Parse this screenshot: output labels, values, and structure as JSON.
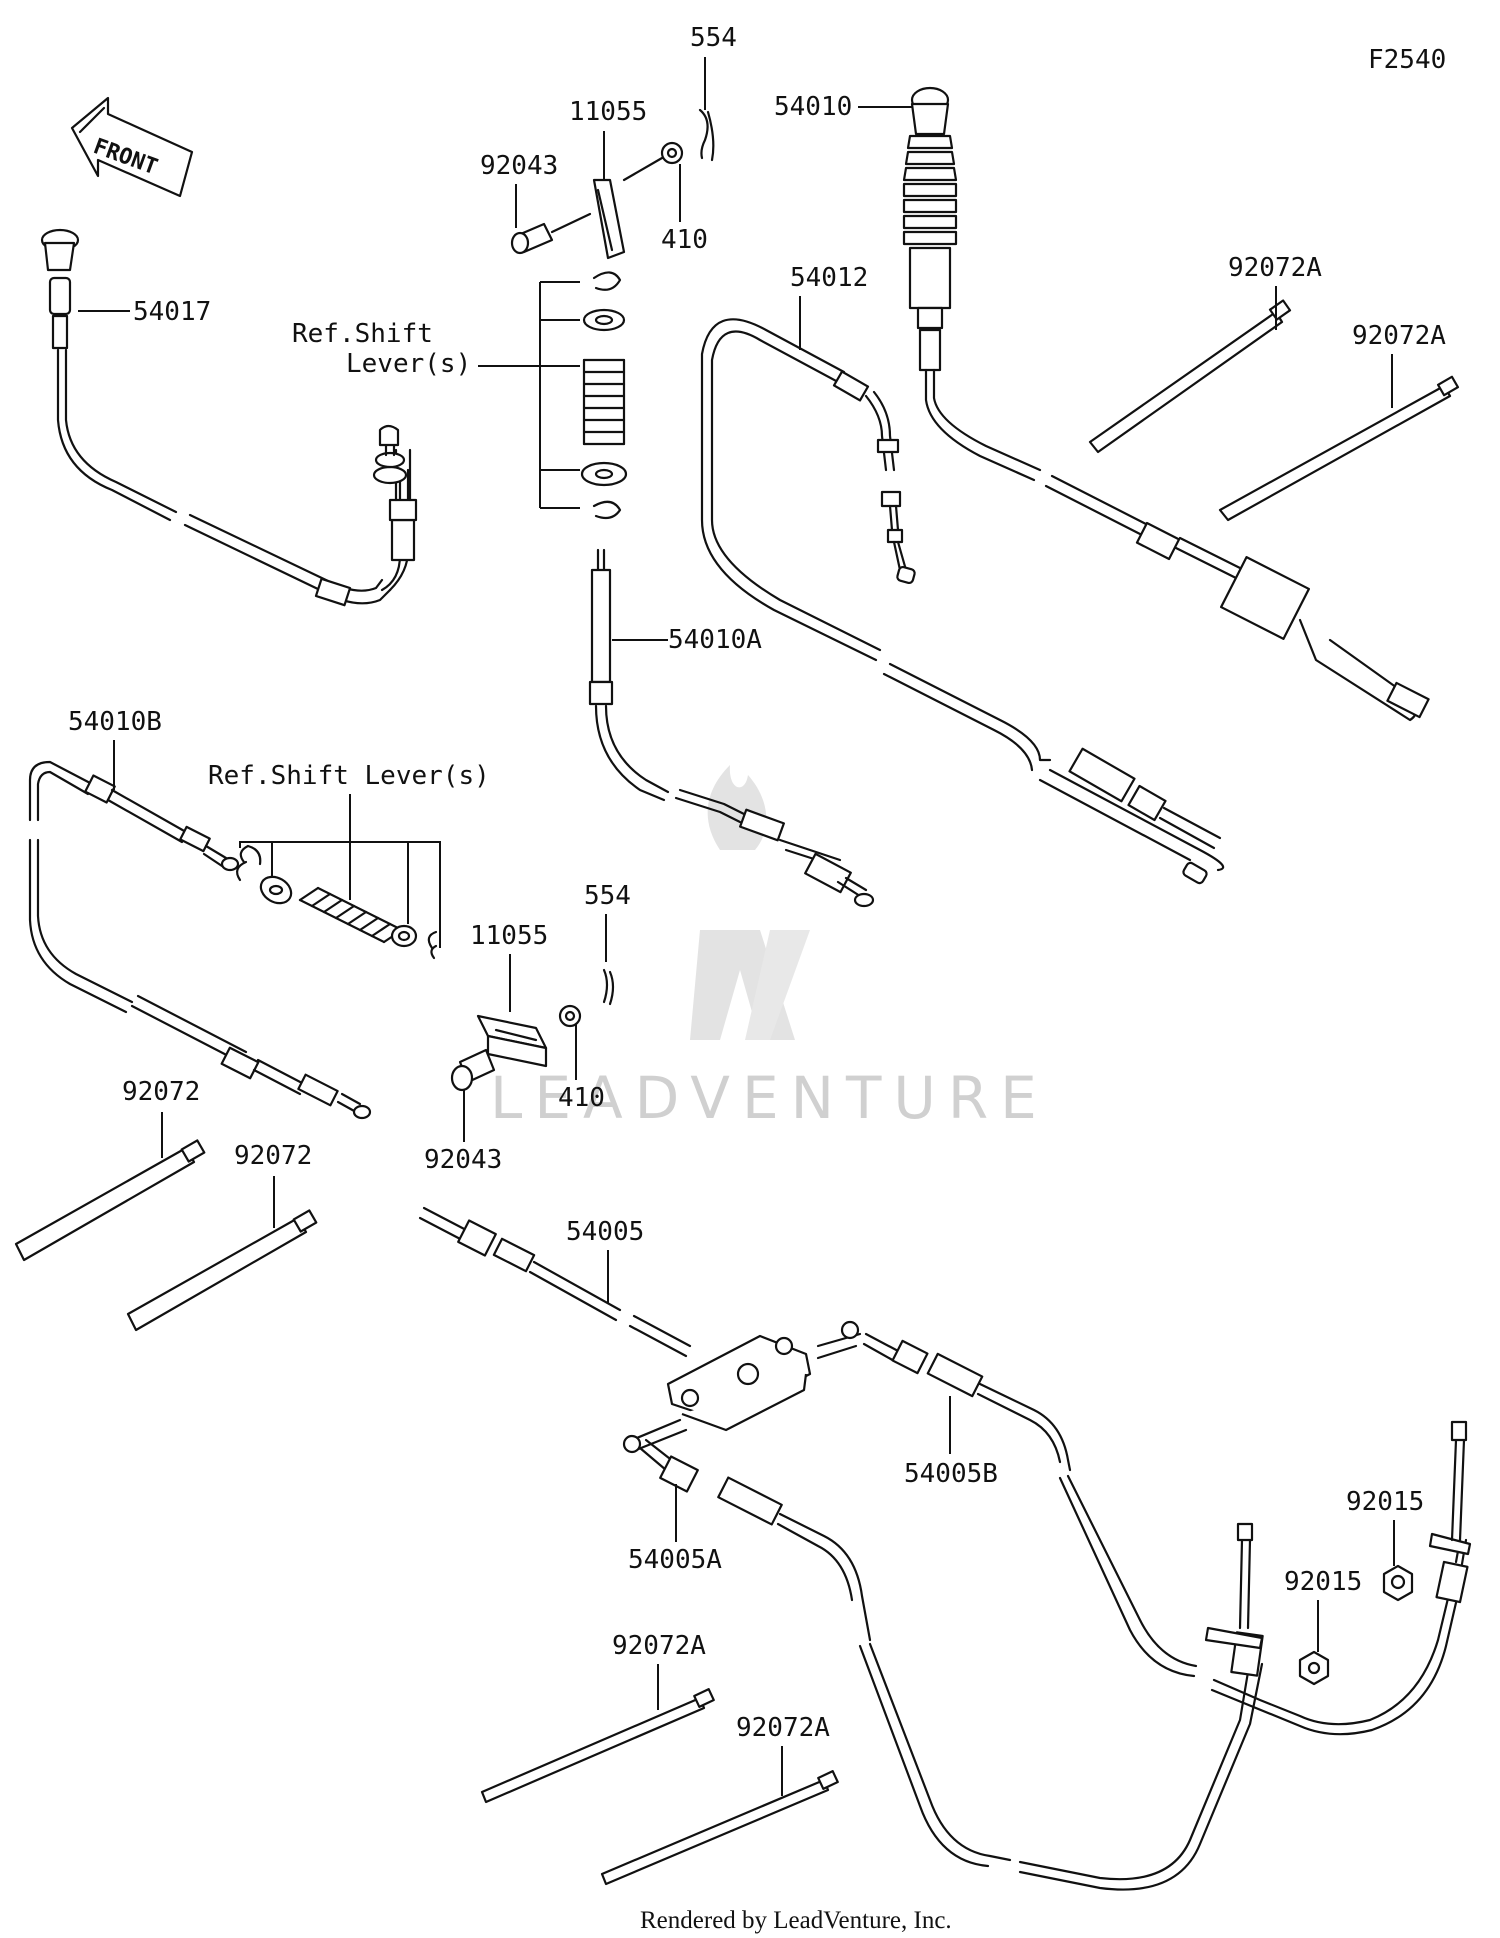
{
  "figure_code": "F2540",
  "front_arrow": "FRONT",
  "watermark": "LEADVENTURE",
  "footer": "Rendered by LeadVenture, Inc.",
  "labels": {
    "p554_top": "554",
    "p11055_top": "11055",
    "p92043_top": "92043",
    "p410_top": "410",
    "p54010": "54010",
    "p54017": "54017",
    "ref_shift_top_1": "Ref.Shift",
    "ref_shift_top_2": "Lever(s)",
    "p54012": "54012",
    "p92072A_r1": "92072A",
    "p92072A_r2": "92072A",
    "p54010A": "54010A",
    "p54010B": "54010B",
    "ref_shift_mid": "Ref.Shift Lever(s)",
    "p554_mid": "554",
    "p11055_mid": "11055",
    "p410_mid": "410",
    "p92043_mid": "92043",
    "p92072_a": "92072",
    "p92072_b": "92072",
    "p54005": "54005",
    "p54005B": "54005B",
    "p54005A": "54005A",
    "p92015_a": "92015",
    "p92015_b": "92015",
    "p92072A_b1": "92072A",
    "p92072A_b2": "92072A"
  }
}
